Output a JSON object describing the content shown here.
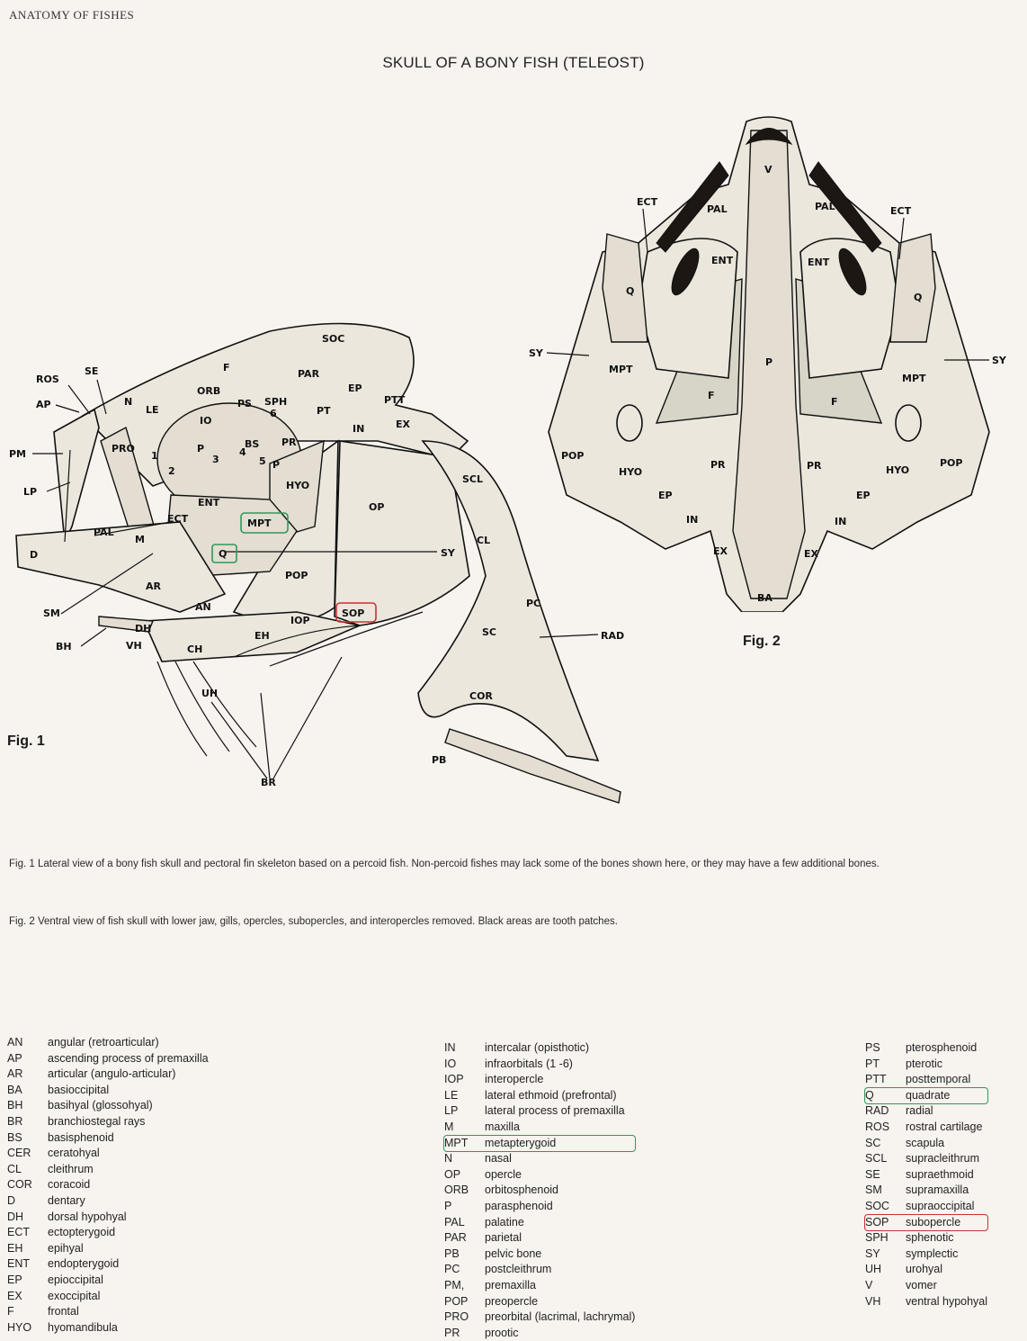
{
  "header": {
    "running_head": "ANATOMY OF FISHES",
    "title": "SKULL OF A BONY FISH (TELEOST)"
  },
  "fig1": {
    "label": "Fig. 1",
    "bones": {
      "SOC": "SOC",
      "F": "F",
      "PAR": "PAR",
      "EP": "EP",
      "PTT": "PTT",
      "PT": "PT",
      "IN": "IN",
      "EX": "EX",
      "ROS": "ROS",
      "SE": "SE",
      "AP": "AP",
      "N": "N",
      "LE": "LE",
      "ORB": "ORB",
      "PS": "PS",
      "SPH": "SPH",
      "IO": "IO",
      "PM": "PM",
      "PRO": "PRO",
      "BS": "BS",
      "PR": "PR",
      "P": "P",
      "LP": "LP",
      "HYO": "HYO",
      "ENT": "ENT",
      "ECT": "ECT",
      "PAL": "PAL",
      "M": "M",
      "MPT": "MPT",
      "OP": "OP",
      "SCL": "SCL",
      "D": "D",
      "Q": "Q",
      "SY": "SY",
      "CL": "CL",
      "AR": "AR",
      "POP": "POP",
      "SM": "SM",
      "AN": "AN",
      "SOP": "SOP",
      "PC": "PC",
      "IOP": "IOP",
      "DH": "DH",
      "SC": "SC",
      "RAD": "RAD",
      "BH": "BH",
      "VH": "VH",
      "CH": "CH",
      "EH": "EH",
      "UH": "UH",
      "COR": "COR",
      "PB": "PB",
      "BR": "BR"
    },
    "io_numbers": [
      "1",
      "2",
      "3",
      "4",
      "5",
      "6"
    ]
  },
  "fig2": {
    "label": "Fig. 2",
    "bones": {
      "V": "V",
      "ECT": "ECT",
      "PAL": "PAL",
      "ENT": "ENT",
      "Q": "Q",
      "SY": "SY",
      "MPT": "MPT",
      "P": "P",
      "F": "F",
      "POP": "POP",
      "HYO": "HYO",
      "PR": "PR",
      "EP": "EP",
      "IN": "IN",
      "EX": "EX",
      "BA": "BA"
    }
  },
  "captions": {
    "fig1": "Fig. 1  Lateral view of a bony fish skull and pectoral fin skeleton based on a percoid fish. Non-percoid fishes may lack some of the bones shown here, or they may have a few additional bones.",
    "fig2": "Fig. 2  Ventral view of fish skull with lower jaw, gills, opercles, subopercles, and interopercles removed. Black areas are tooth patches."
  },
  "legend": {
    "col1": [
      {
        "abbr": "AN",
        "def": "angular (retroarticular)"
      },
      {
        "abbr": "AP",
        "def": "ascending process of premaxilla"
      },
      {
        "abbr": "AR",
        "def": "articular (angulo-articular)"
      },
      {
        "abbr": "BA",
        "def": "basioccipital"
      },
      {
        "abbr": "BH",
        "def": "basihyal (glossohyal)"
      },
      {
        "abbr": "BR",
        "def": "branchiostegal rays"
      },
      {
        "abbr": "BS",
        "def": "basisphenoid"
      },
      {
        "abbr": "CER",
        "def": "ceratohyal"
      },
      {
        "abbr": "CL",
        "def": "cleithrum"
      },
      {
        "abbr": "COR",
        "def": "coracoid"
      },
      {
        "abbr": "D",
        "def": "dentary"
      },
      {
        "abbr": "DH",
        "def": "dorsal hypohyal"
      },
      {
        "abbr": "ECT",
        "def": "ectopterygoid"
      },
      {
        "abbr": "EH",
        "def": "epihyal"
      },
      {
        "abbr": "ENT",
        "def": "endopterygoid"
      },
      {
        "abbr": "EP",
        "def": "epioccipital"
      },
      {
        "abbr": "EX",
        "def": "exoccipital"
      },
      {
        "abbr": "F",
        "def": "frontal"
      },
      {
        "abbr": "HYO",
        "def": "hyomandibula"
      }
    ],
    "col2": [
      {
        "abbr": "IN",
        "def": "intercalar (opisthotic)"
      },
      {
        "abbr": "IO",
        "def": "infraorbitals (1 -6)"
      },
      {
        "abbr": "IOP",
        "def": "interopercle"
      },
      {
        "abbr": "LE",
        "def": "lateral ethmoid (prefrontal)"
      },
      {
        "abbr": "LP",
        "def": "lateral process of premaxilla"
      },
      {
        "abbr": "M",
        "def": "maxilla"
      },
      {
        "abbr": "MPT",
        "def": "metapterygoid",
        "highlight": "green"
      },
      {
        "abbr": "N",
        "def": "nasal"
      },
      {
        "abbr": "OP",
        "def": "opercle"
      },
      {
        "abbr": "ORB",
        "def": "orbitosphenoid"
      },
      {
        "abbr": "P",
        "def": "parasphenoid"
      },
      {
        "abbr": "PAL",
        "def": "palatine"
      },
      {
        "abbr": "PAR",
        "def": "parietal"
      },
      {
        "abbr": "PB",
        "def": "pelvic bone"
      },
      {
        "abbr": "PC",
        "def": "postcleithrum"
      },
      {
        "abbr": "PM,",
        "def": "premaxilla"
      },
      {
        "abbr": "POP",
        "def": "preopercle"
      },
      {
        "abbr": "PRO",
        "def": "preorbital (lacrimal, lachrymal)"
      },
      {
        "abbr": "PR",
        "def": "prootic"
      }
    ],
    "col3": [
      {
        "abbr": "PS",
        "def": "pterosphenoid"
      },
      {
        "abbr": "PT",
        "def": "pterotic"
      },
      {
        "abbr": "PTT",
        "def": "posttemporal"
      },
      {
        "abbr": "Q",
        "def": "quadrate",
        "highlight": "green"
      },
      {
        "abbr": "RAD",
        "def": "radial"
      },
      {
        "abbr": "ROS",
        "def": "rostral cartilage"
      },
      {
        "abbr": "SC",
        "def": "scapula"
      },
      {
        "abbr": "SCL",
        "def": "supracleithrum"
      },
      {
        "abbr": "SE",
        "def": "supraethmoid"
      },
      {
        "abbr": "SM",
        "def": "supramaxilla"
      },
      {
        "abbr": "SOC",
        "def": "supraoccipital"
      },
      {
        "abbr": "SOP",
        "def": "subopercle",
        "highlight": "red"
      },
      {
        "abbr": "SPH",
        "def": "sphenotic"
      },
      {
        "abbr": "SY",
        "def": "symplectic"
      },
      {
        "abbr": "UH",
        "def": "urohyal"
      },
      {
        "abbr": "V",
        "def": "vomer"
      },
      {
        "abbr": "VH",
        "def": "ventral hypohyal"
      }
    ]
  },
  "colors": {
    "paper": "#f7f3ee",
    "bone_fill": "#ece7dd",
    "tooth_patch": "#1c1712",
    "highlight_green": "#2d9a5a",
    "highlight_red": "#c83232"
  }
}
